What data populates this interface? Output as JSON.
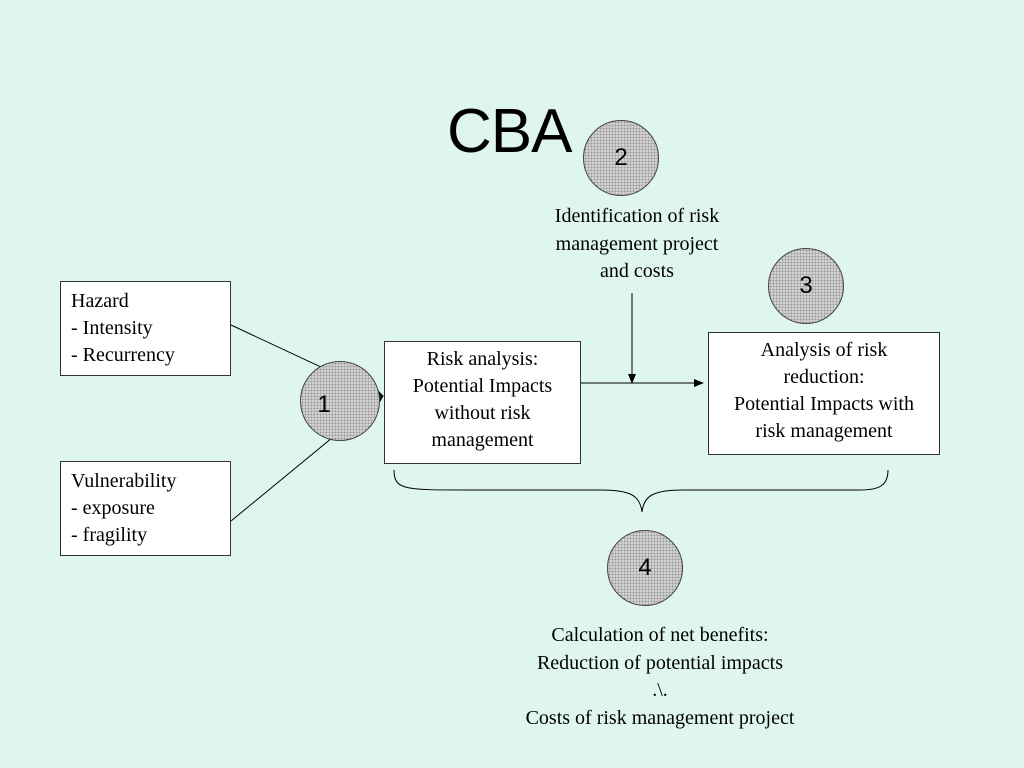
{
  "title": "CBA",
  "hazard": {
    "lines": [
      "Hazard",
      "- Intensity",
      "- Recurrency"
    ]
  },
  "vulnerability": {
    "lines": [
      "Vulnerability",
      "- exposure",
      "- fragility"
    ]
  },
  "risk_analysis": {
    "lines": [
      "Risk analysis:",
      "Potential Impacts",
      "without risk",
      "management"
    ]
  },
  "risk_reduction": {
    "lines": [
      "Analysis of risk",
      "reduction:",
      "Potential Impacts with",
      "risk management"
    ]
  },
  "identification": {
    "lines": [
      "Identification of risk",
      "management project",
      "and costs"
    ]
  },
  "net_benefits": {
    "lines": [
      "Calculation of net benefits:",
      "Reduction of potential impacts",
      ".\\.",
      "Costs of risk management project"
    ]
  },
  "steps": {
    "one": "1",
    "two": "2",
    "three": "3",
    "four": "4"
  }
}
